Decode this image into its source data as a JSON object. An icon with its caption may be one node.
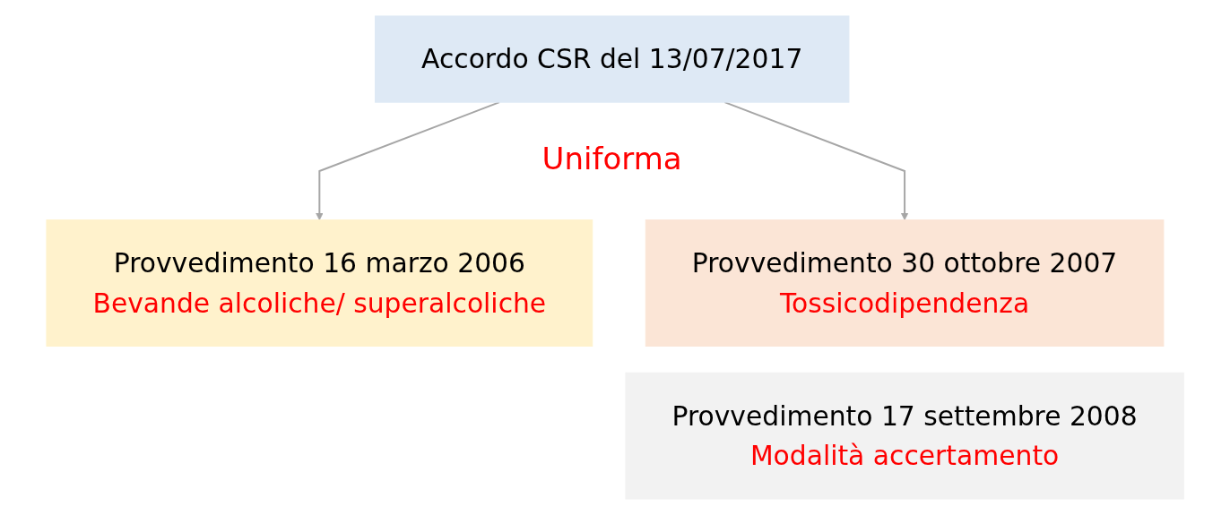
{
  "diagram": {
    "nodes": [
      {
        "text": [
          "Accordo CSR del 13/07/2017"
        ]
      },
      {
        "text": [
          "Provvedimento 16 marzo 2006",
          "Bevande alcoliche/ superalcoliche"
        ]
      },
      {
        "text": [
          "Provvedimento 30 ottobre 2007",
          "Tossicodipendenza"
        ]
      },
      {
        "text": [
          "Provvedimento 17 settembre 2008",
          "Modalità accertamento"
        ]
      }
    ],
    "edges": [
      {
        "from": 0,
        "to": 1,
        "arrow": "to"
      },
      {
        "from": 0,
        "to": 2,
        "arrow": "to"
      }
    ],
    "labels": [
      "Uniforma"
    ]
  }
}
